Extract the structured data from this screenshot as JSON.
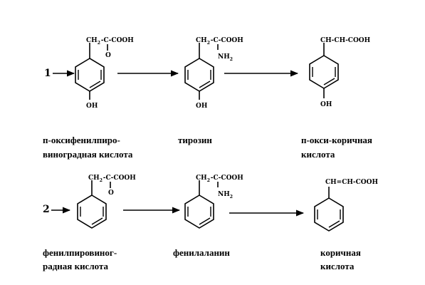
{
  "routes": [
    {
      "number": "1",
      "compounds": [
        {
          "side_chain": "CH2-C-COOH",
          "carbonyl_o": "O",
          "para_substituent": "OH",
          "name_lines": [
            "п-оксифенилпиро-",
            "виноградная кислота"
          ]
        },
        {
          "side_chain": "CH2-C-COOH",
          "amino": "NH2",
          "para_substituent": "OH",
          "name_lines": [
            "тирозин"
          ]
        },
        {
          "side_chain": "CH-CH-COOH",
          "para_substituent": "OH",
          "name_lines": [
            "п-окси-коричная",
            "кислота"
          ]
        }
      ]
    },
    {
      "number": "2",
      "compounds": [
        {
          "side_chain": "CH2-C-COOH",
          "carbonyl_o": "O",
          "name_lines": [
            "фенилпировиног-",
            "радная кислота"
          ]
        },
        {
          "side_chain": "CH2-C-COOH",
          "amino": "NH2",
          "name_lines": [
            "фенилаланин"
          ]
        },
        {
          "side_chain": "CH=CH-COOH",
          "name_lines": [
            "коричная",
            "кислота"
          ]
        }
      ]
    }
  ]
}
